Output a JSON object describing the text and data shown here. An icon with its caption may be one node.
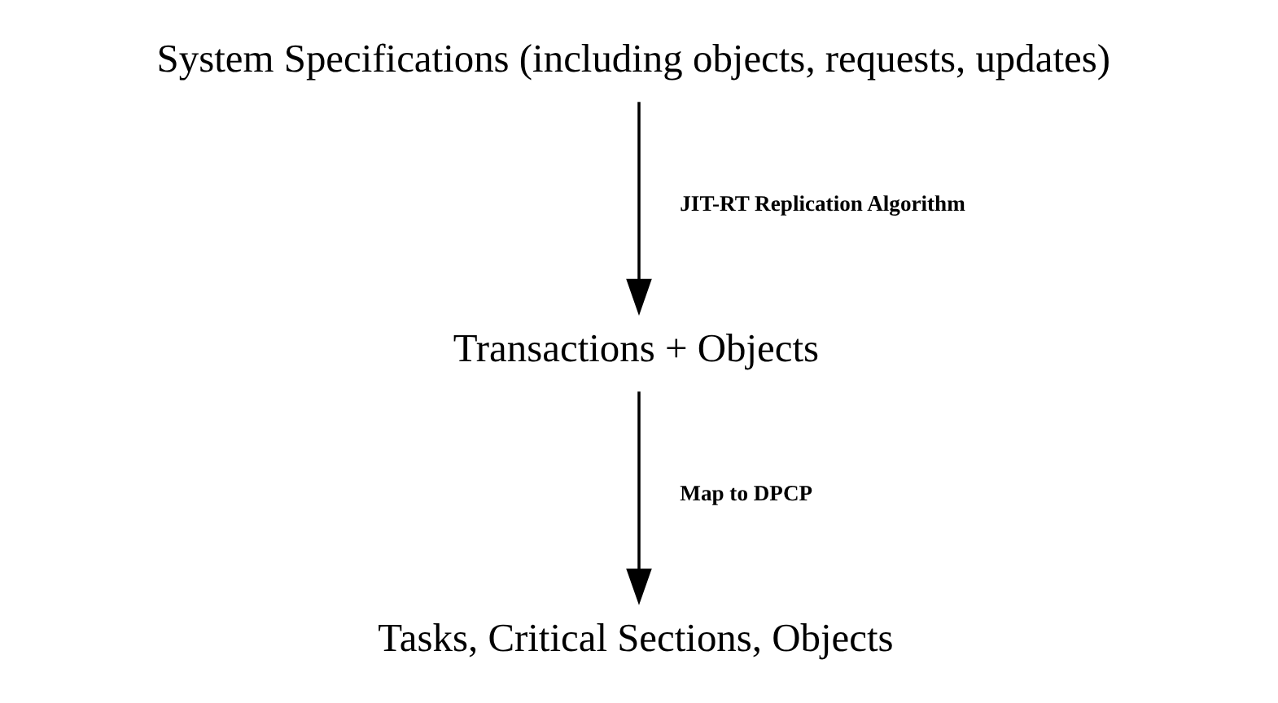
{
  "diagram": {
    "nodes": [
      {
        "text": [
          "System Specifications (including objects, requests, updates)"
        ]
      },
      {
        "text": [
          "Transactions + Objects"
        ]
      },
      {
        "text": [
          "Tasks, Critical Sections, Objects"
        ]
      }
    ],
    "edges": [
      {
        "from": 0,
        "to": 1,
        "arrow": "to",
        "label": "JIT-RT Replication Algorithm"
      },
      {
        "from": 1,
        "to": 2,
        "arrow": "to",
        "label": "Map to DPCP"
      }
    ]
  }
}
